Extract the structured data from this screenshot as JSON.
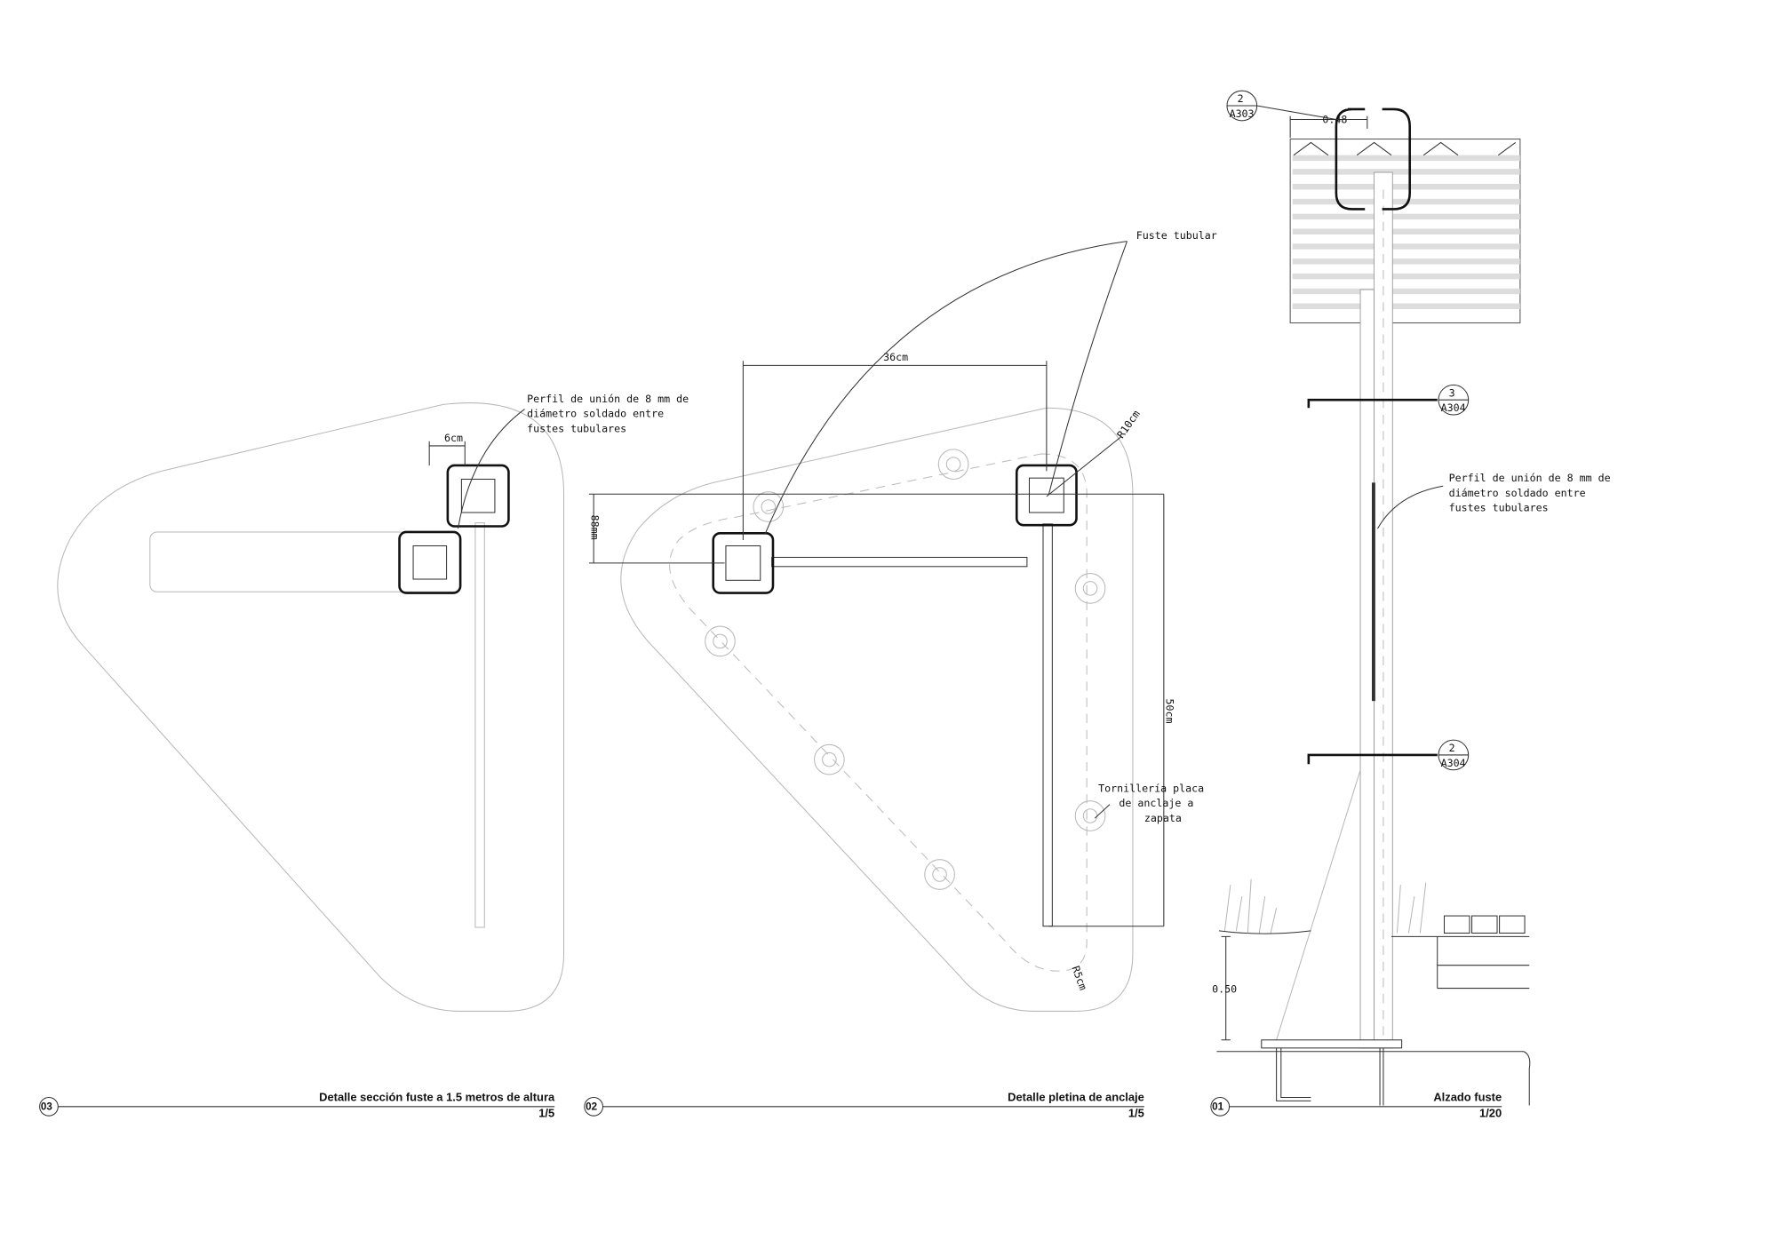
{
  "views": [
    {
      "number": "03",
      "title": "Detalle sección fuste a 1.5 metros de altura",
      "scale": "1/5",
      "dimension": "6cm",
      "note": [
        "Perfil de unión de 8 mm de",
        "diámetro soldado entre",
        "fustes tubulares"
      ]
    },
    {
      "number": "02",
      "title": "Detalle pletina de anclaje",
      "scale": "1/5",
      "dimensions": {
        "width": "36cm",
        "radius_outer": "R10cm",
        "offset": "88mm",
        "height": "50cm",
        "radius_inner": "R5cm"
      },
      "label_tube": "Fuste tubular",
      "label_bolts": [
        "Tornillería placa",
        "de anclaje a",
        "zapata"
      ]
    },
    {
      "number": "01",
      "title": "Alzado fuste",
      "scale": "1/20",
      "dimension_top": "0.48",
      "dimension_base": "0.50",
      "refs": [
        {
          "num": "2",
          "sheet": "A303"
        },
        {
          "num": "3",
          "sheet": "A304"
        },
        {
          "num": "2",
          "sheet": "A304"
        }
      ],
      "note": [
        "Perfil de unión de 8 mm de",
        "diámetro soldado entre",
        "fustes tubulares"
      ]
    }
  ]
}
